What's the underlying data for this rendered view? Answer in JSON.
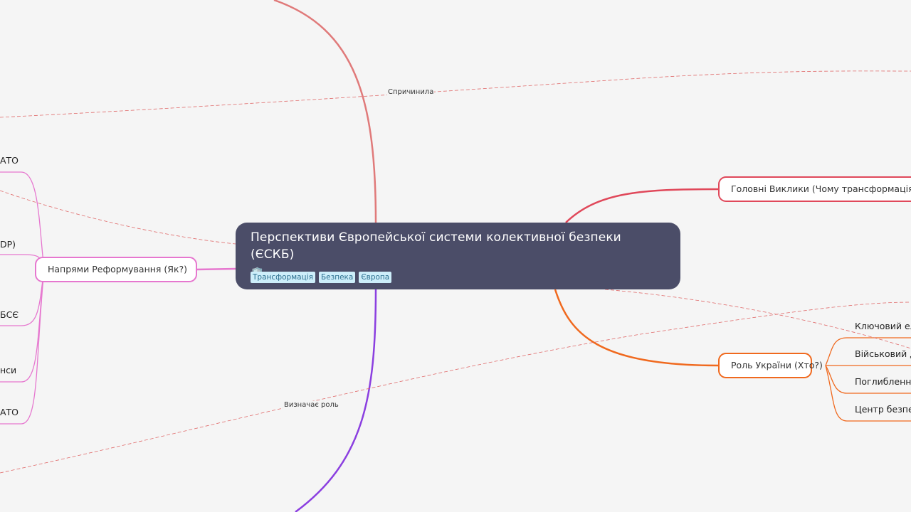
{
  "central": {
    "title": "Перспективи Європейської системи колективної безпеки (ЄСКБ)",
    "emoji": "🛡️",
    "tags": [
      "Трансформація",
      "Безпека",
      "Європа"
    ]
  },
  "nodes": {
    "challenges": "Головні Виклики (Чому трансформація?)",
    "ukraine_role": "Роль України (Хто?)",
    "reform_directions": "Напрями Реформування (Як?)"
  },
  "ukraine_children": [
    "Ключовий ел",
    "Військовий д",
    "Поглиблення",
    "Центр безпе"
  ],
  "reform_children": [
    "АТО",
    "DP)",
    "БСЄ",
    "нси",
    "АТО"
  ],
  "cross_links": {
    "caused": "Спричинила",
    "defines_role": "Визначає роль"
  },
  "colors": {
    "background": "#f5f5f5",
    "central": "#4b4d68",
    "branch_top": "#e07a7a",
    "branch_challenges": "#e0485a",
    "branch_ukraine": "#f0691e",
    "branch_reform": "#e677cf",
    "branch_bottom": "#8b3fe0",
    "cross_link": "#e06a6a"
  }
}
